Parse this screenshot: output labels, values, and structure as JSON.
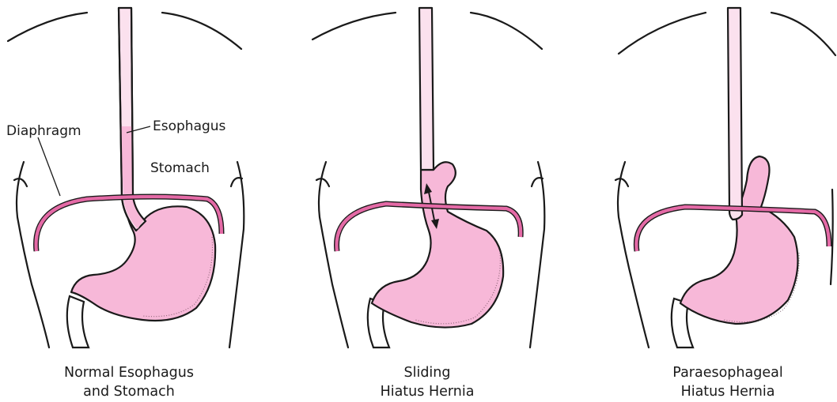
{
  "panels": [
    {
      "id": "normal",
      "caption_line1": "Normal Esophagus",
      "caption_line2": "and Stomach",
      "labels": {
        "diaphragm": "Diaphragm",
        "esophagus": "Esophagus",
        "stomach": "Stomach"
      }
    },
    {
      "id": "sliding",
      "caption_line1": "Sliding",
      "caption_line2": "Hiatus Hernia"
    },
    {
      "id": "paraesophageal",
      "caption_line1": "Paraesophageal",
      "caption_line2": "Hiatus Hernia"
    }
  ],
  "colors": {
    "organ_fill": "#f7b8d8",
    "esophagus_fill": "#fbe1ee",
    "diaphragm": "#e46aa6",
    "outline": "#1a1a1a"
  }
}
